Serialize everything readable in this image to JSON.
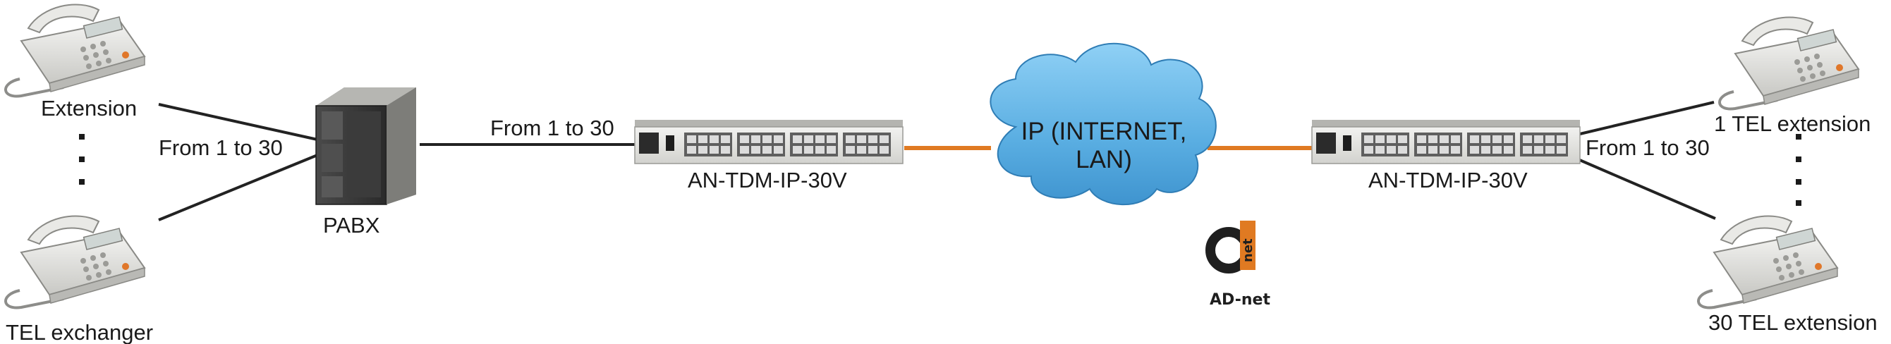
{
  "labels": {
    "extension": "Extension",
    "tel_exchanger": "TEL exchanger",
    "from_left": "From 1 to 30",
    "pabx": "PABX",
    "from_middle": "From 1 to 30",
    "device_left": "AN-TDM-IP-30V",
    "device_right": "AN-TDM-IP-30V",
    "cloud_line1": "IP (INTERNET,",
    "cloud_line2": "LAN)",
    "from_right": "From 1 to 30",
    "tel_ext_1": "1 TEL extension",
    "tel_ext_30": "30 TEL extension"
  },
  "logo": {
    "text": "AD-net",
    "mark_text": "net"
  },
  "colors": {
    "ip_link": "#e07a22",
    "cloud_fill": "#66b8ea",
    "line": "#222222"
  }
}
